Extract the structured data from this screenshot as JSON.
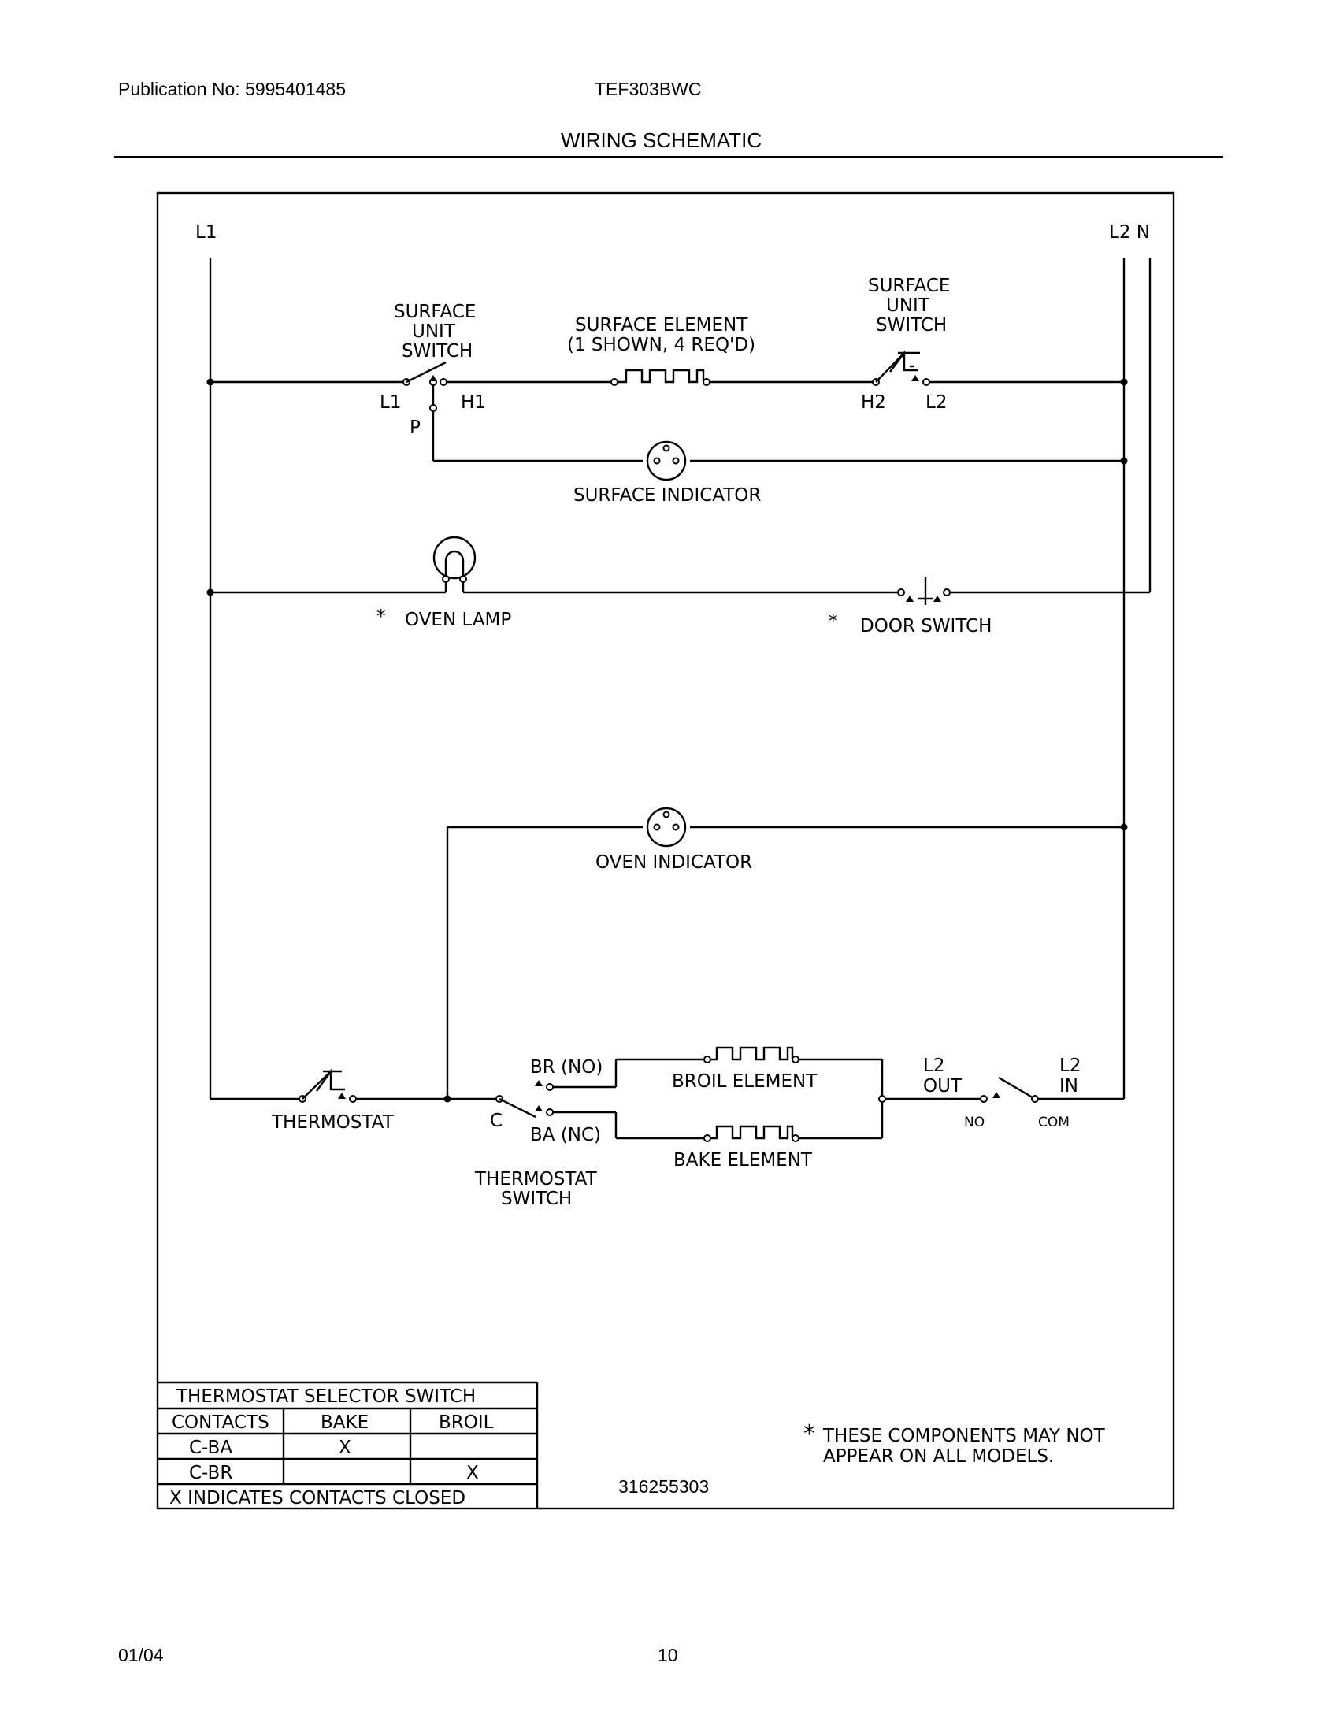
{
  "header": {
    "publication": "Publication No: 5995401485",
    "model": "TEF303BWC",
    "title": "WIRING SCHEMATIC"
  },
  "footer": {
    "date": "01/04",
    "page": "10"
  },
  "diagram": {
    "rails": {
      "l1": "L1",
      "l2n": "L2 N"
    },
    "surface_switch_left": {
      "line1": "SURFACE",
      "line2": "UNIT",
      "line3": "SWITCH",
      "t_l1": "L1",
      "t_h1": "H1",
      "t_p": "P"
    },
    "surface_element": {
      "line1": "SURFACE ELEMENT",
      "line2": "(1 SHOWN, 4 REQ'D)"
    },
    "surface_switch_right": {
      "line1": "SURFACE",
      "line2": "UNIT",
      "line3": "SWITCH",
      "t_h2": "H2",
      "t_l2": "L2"
    },
    "surface_indicator": "SURFACE INDICATOR",
    "oven_lamp": "OVEN LAMP",
    "door_switch": "DOOR SWITCH",
    "asterisk": "*",
    "oven_indicator": "OVEN INDICATOR",
    "thermostat": "THERMOSTAT",
    "thermostat_switch": {
      "c": "C",
      "br": "BR (NO)",
      "ba": "BA (NC)",
      "line1": "THERMOSTAT",
      "line2": "SWITCH"
    },
    "broil_element": "BROIL ELEMENT",
    "bake_element": "BAKE ELEMENT",
    "l2_out": {
      "line1": "L2",
      "line2": "OUT",
      "no": "NO"
    },
    "l2_in": {
      "line1": "L2",
      "line2": "IN",
      "com": "COM"
    },
    "note": {
      "line1": "THESE COMPONENTS MAY NOT",
      "line2": "APPEAR ON ALL MODELS."
    },
    "part_number": "316255303"
  },
  "selector_table": {
    "title": "THERMOSTAT SELECTOR SWITCH",
    "headers": [
      "CONTACTS",
      "BAKE",
      "BROIL"
    ],
    "rows": [
      [
        "C-BA",
        "X",
        ""
      ],
      [
        "C-BR",
        "",
        "X"
      ]
    ],
    "footer": "X INDICATES CONTACTS CLOSED"
  }
}
